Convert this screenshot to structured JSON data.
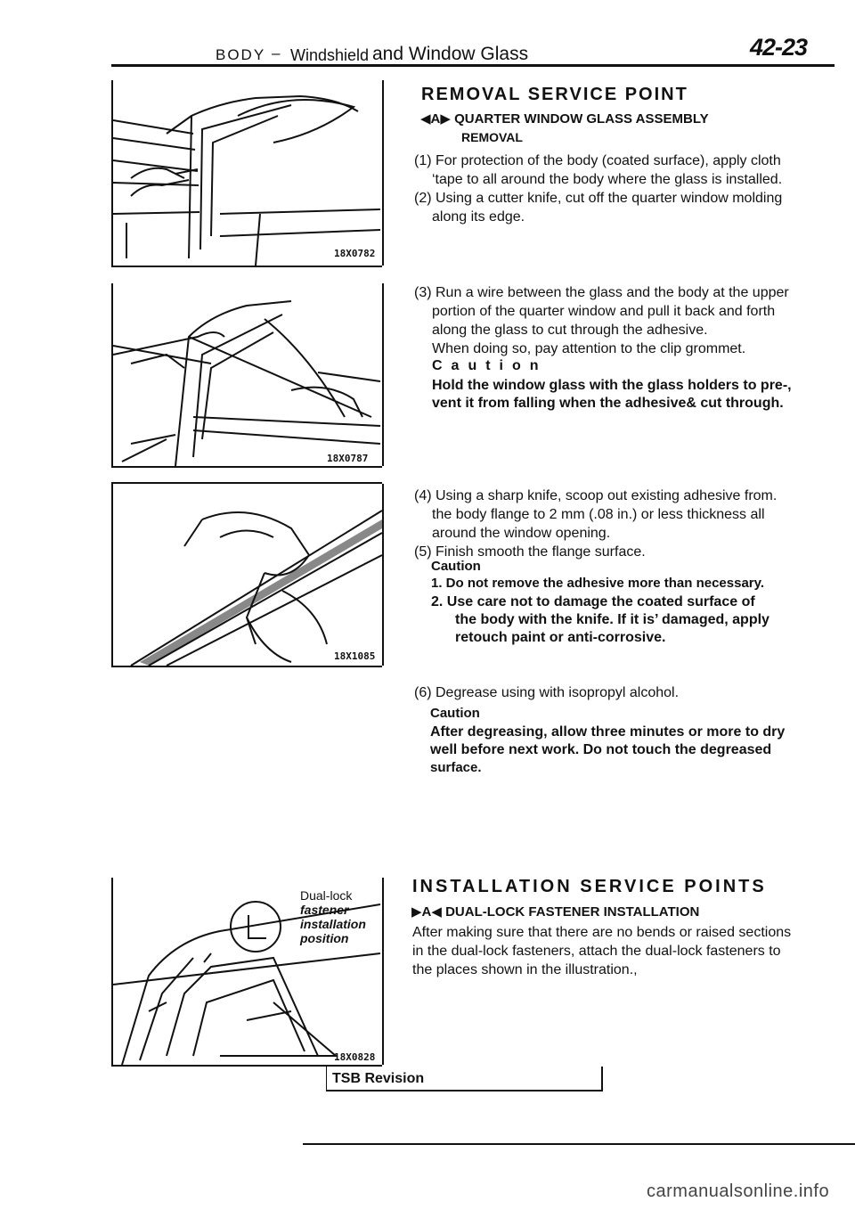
{
  "header": {
    "section": "BODY",
    "separator": "–",
    "title_small": "Windshield",
    "title_big": "and Window Glass",
    "page_number": "42-23"
  },
  "figures": {
    "fig1_id": "18X0782",
    "fig2_id": "18X0787",
    "fig3_id": "18X1085",
    "fig4_id": "18X0828",
    "fig4_label": [
      "Dual-lock",
      "fastener",
      "installation",
      "position"
    ]
  },
  "removal": {
    "heading": "REMOVAL SERVICE POINT",
    "marker": "◀A▶",
    "subheading": "QUARTER WINDOW GLASS ASSEMBLY",
    "subheading2": "REMOVAL",
    "steps": [
      {
        "first": "(1) For protection of the body (coated surface), apply cloth",
        "cont": [
          "‘tape to all around the body where the glass is installed."
        ]
      },
      {
        "first": "(2) Using a cutter knife, cut off the quarter window molding",
        "cont": [
          "along its edge."
        ]
      },
      {
        "first": "(3) Run a wire between the glass and the body at the upper",
        "cont": [
          "portion of the quarter window and pull it back and forth",
          "along the glass to cut through the adhesive.",
          "When doing so, pay attention to the clip grommet."
        ]
      },
      {
        "first": "(4) Using a sharp knife, scoop out existing adhesive from.",
        "cont": [
          "the body flange to 2 mm (.08 in.) or less thickness all",
          "around the window opening."
        ]
      },
      {
        "first": "(5) Finish smooth the flange surface.",
        "cont": []
      },
      {
        "first": "(6) Degrease using with isopropyl alcohol.",
        "cont": []
      }
    ],
    "caution1": {
      "label": "Caution",
      "lines": [
        "Hold the window glass with the glass holders to pre-,",
        "vent it from falling when the adhesive& cut through."
      ]
    },
    "caution2": {
      "label": "Caution",
      "item1": "1. Do not remove the adhesive more than necessary.",
      "item2_lines": [
        "2. Use care not to damage the coated surface of",
        "the body with the knife. If it is’ damaged, apply",
        "retouch paint or anti-corrosive."
      ]
    },
    "caution3": {
      "label": "Caution",
      "lines": [
        "After degreasing, allow three minutes or more to dry",
        "well before next work. Do not touch the degreased",
        "surface."
      ]
    }
  },
  "installation": {
    "heading": "INSTALLATION SERVICE POINTS",
    "marker": "▶A◀",
    "subheading": "DUAL-LOCK FASTENER INSTALLATION",
    "lines": [
      "After making sure that there are no bends or raised sections",
      "in the dual-lock fasteners, attach the dual-lock fasteners to",
      "the places shown in the illustration.,"
    ]
  },
  "footer": {
    "tsb": "TSB Revision",
    "watermark": "carmanualsonline.info"
  }
}
